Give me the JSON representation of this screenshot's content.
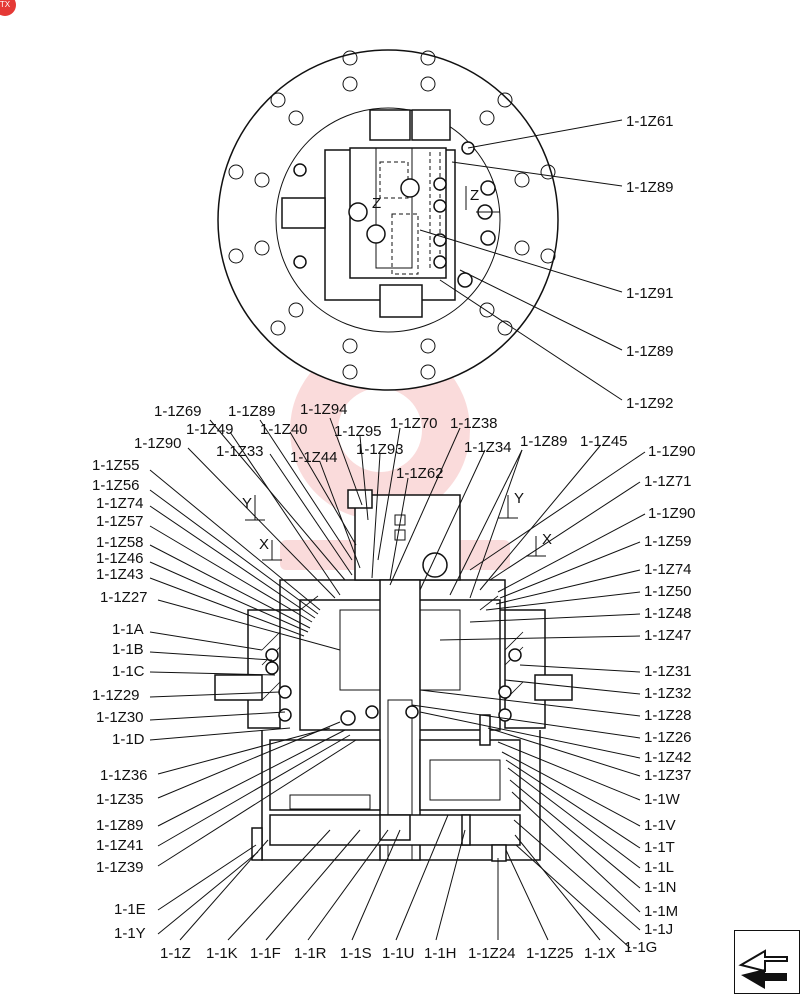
{
  "corner_badge": "TX",
  "top_view_callouts": [
    "1-1Z61",
    "1-1Z89",
    "1-1Z91",
    "1-1Z89",
    "1-1Z92"
  ],
  "section_marks": {
    "y": "Y",
    "x": "X",
    "z": "Z"
  },
  "left_callouts": [
    "1-1Z69",
    "1-1Z89",
    "1-1Z94",
    "1-1Z49",
    "1-1Z40",
    "1-1Z95",
    "1-1Z70",
    "1-1Z38",
    "1-1Z90",
    "1-1Z33",
    "1-1Z44",
    "1-1Z93",
    "1-1Z34",
    "1-1Z89",
    "1-1Z45",
    "1-1Z55",
    "1-1Z62",
    "1-1Z56",
    "1-1Z74",
    "1-1Z57",
    "1-1Z58",
    "1-1Z46",
    "1-1Z43",
    "1-1Z27",
    "1-1A",
    "1-1B",
    "1-1C",
    "1-1Z29",
    "1-1Z30",
    "1-1D",
    "1-1Z36",
    "1-1Z35",
    "1-1Z89",
    "1-1Z41",
    "1-1Z39",
    "1-1E",
    "1-1Y"
  ],
  "right_callouts": [
    "1-1Z90",
    "1-1Z71",
    "1-1Z90",
    "1-1Z59",
    "1-1Z74",
    "1-1Z50",
    "1-1Z48",
    "1-1Z47",
    "1-1Z31",
    "1-1Z32",
    "1-1Z28",
    "1-1Z26",
    "1-1Z42",
    "1-1Z37",
    "1-1W",
    "1-1V",
    "1-1T",
    "1-1L",
    "1-1N",
    "1-1M",
    "1-1J",
    "1-1G"
  ],
  "bottom_callouts": [
    "1-1Z",
    "1-1K",
    "1-1F",
    "1-1R",
    "1-1S",
    "1-1U",
    "1-1H",
    "1-1Z24",
    "1-1Z25",
    "1-1X"
  ],
  "nav_button": {
    "icon": "next-page-arrow-icon"
  }
}
